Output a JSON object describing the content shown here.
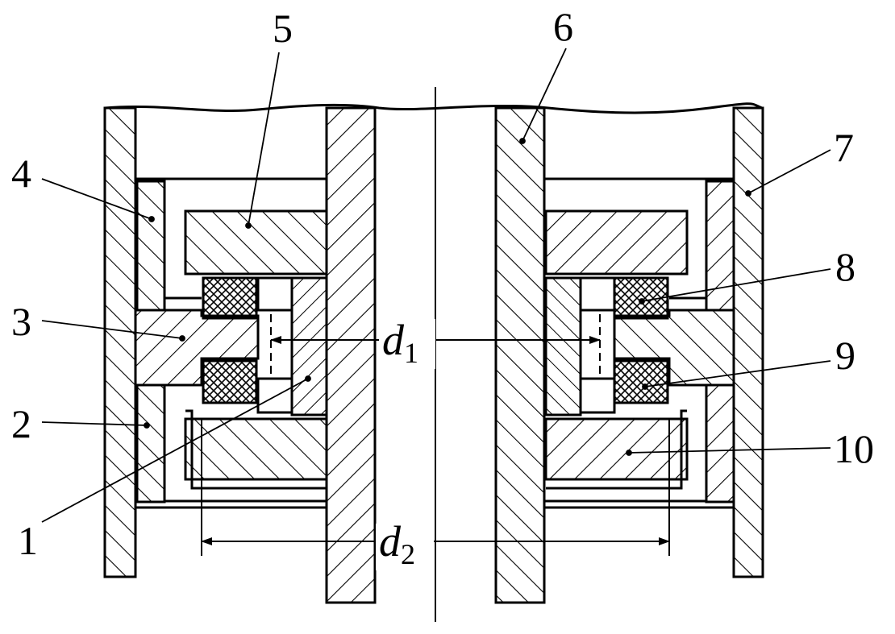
{
  "diagram": {
    "part_labels": [
      "1",
      "2",
      "3",
      "4",
      "5",
      "6",
      "7",
      "8",
      "9",
      "10"
    ],
    "dimensions": {
      "d1": {
        "symbol": "d",
        "subscript": "1"
      },
      "d2": {
        "symbol": "d",
        "subscript": "2"
      }
    },
    "colors": {
      "line": "#000000",
      "background": "#ffffff"
    }
  }
}
